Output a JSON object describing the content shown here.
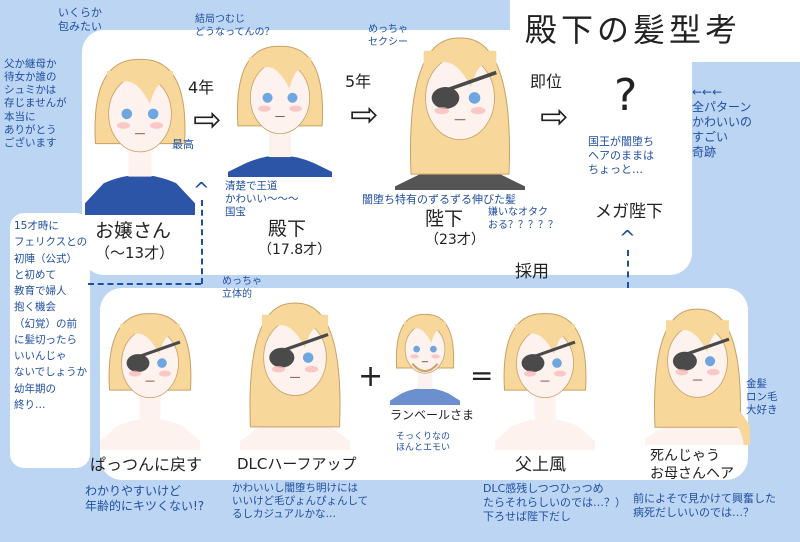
{
  "title": "殿下の髪型考",
  "top_notes": {
    "wrap_note": "いくらか\n包みたい",
    "thanks_note": "父か継母か\n待女か誰の\nシュミかは\n存じませんが\n本当に\nありがとう\nございます",
    "tsumuji_note": "結局つむじ\nどうなってんの？",
    "sexy_note": "めっちゃ\nセクシー",
    "best_note": "最高",
    "pure_note": "清楚で王道\nかわいい〜〜〜\n国宝",
    "dark_hair_note": "闇堕ち特有のずるずる伸びた髪",
    "otaku_note": "嫌いなオタク\nおる？？？？？",
    "king_note": "国王が闇堕ち\nヘアのままは\nちょっと…",
    "miracle_note": "←←←\n全パターン\nかわいいの\nすごい\n奇跡",
    "first_battle_note": "15才時に\nフェリクスとの\n初陣（公式）\nと初めて\n教育で婦人\n抱く機会\n（幻覚）の前\nに髪切ったら\nいいんじゃ\nないでしょうか\n幼年期の\n終り…"
  },
  "timeline": {
    "stage1": {
      "name": "お嬢さん",
      "age": "（〜13才）"
    },
    "gap1": "4年",
    "stage2": {
      "name": "殿下",
      "age": "（17.8才）"
    },
    "gap2": "5年",
    "stage3": {
      "name": "陛下",
      "age": "（23才）"
    },
    "gap3": "即位",
    "unknown": "?",
    "stage4": "メガ陛下"
  },
  "options": {
    "three_d_note": "めっちゃ\n立体的",
    "adopted": "採用",
    "plus": "+",
    "equals": "=",
    "opt1": {
      "label": "ぱっつんに戻す",
      "comment": "わかりやすいけど\n年齢的にキツくない!?"
    },
    "opt2": {
      "label": "DLCハーフアップ",
      "comment": "かわいいし闇堕ち明けには\nいいけど毛ぴょんぴょんして\nるしカジュアルかな…"
    },
    "lambert": {
      "label": "ランベールさま",
      "comment": "そっくりなの\nほんとエモい"
    },
    "opt3": {
      "label": "父上風",
      "comment": "DLC感残しつつひっつめ\nたらそれらしいのでは…？）\n下ろせば陛下だし"
    },
    "opt4": {
      "label": "死んじゃう\nお母さんヘア",
      "comment": "前によそで見かけて興奮した\n病死だしいいのでは…？",
      "side_note": "金髪\nロン毛\n大好き"
    }
  },
  "colors": {
    "background": "#bcd5f3",
    "hair": "#f7d79a",
    "ink_blue": "#1f4fa0",
    "patch": "#4a4a4a"
  }
}
